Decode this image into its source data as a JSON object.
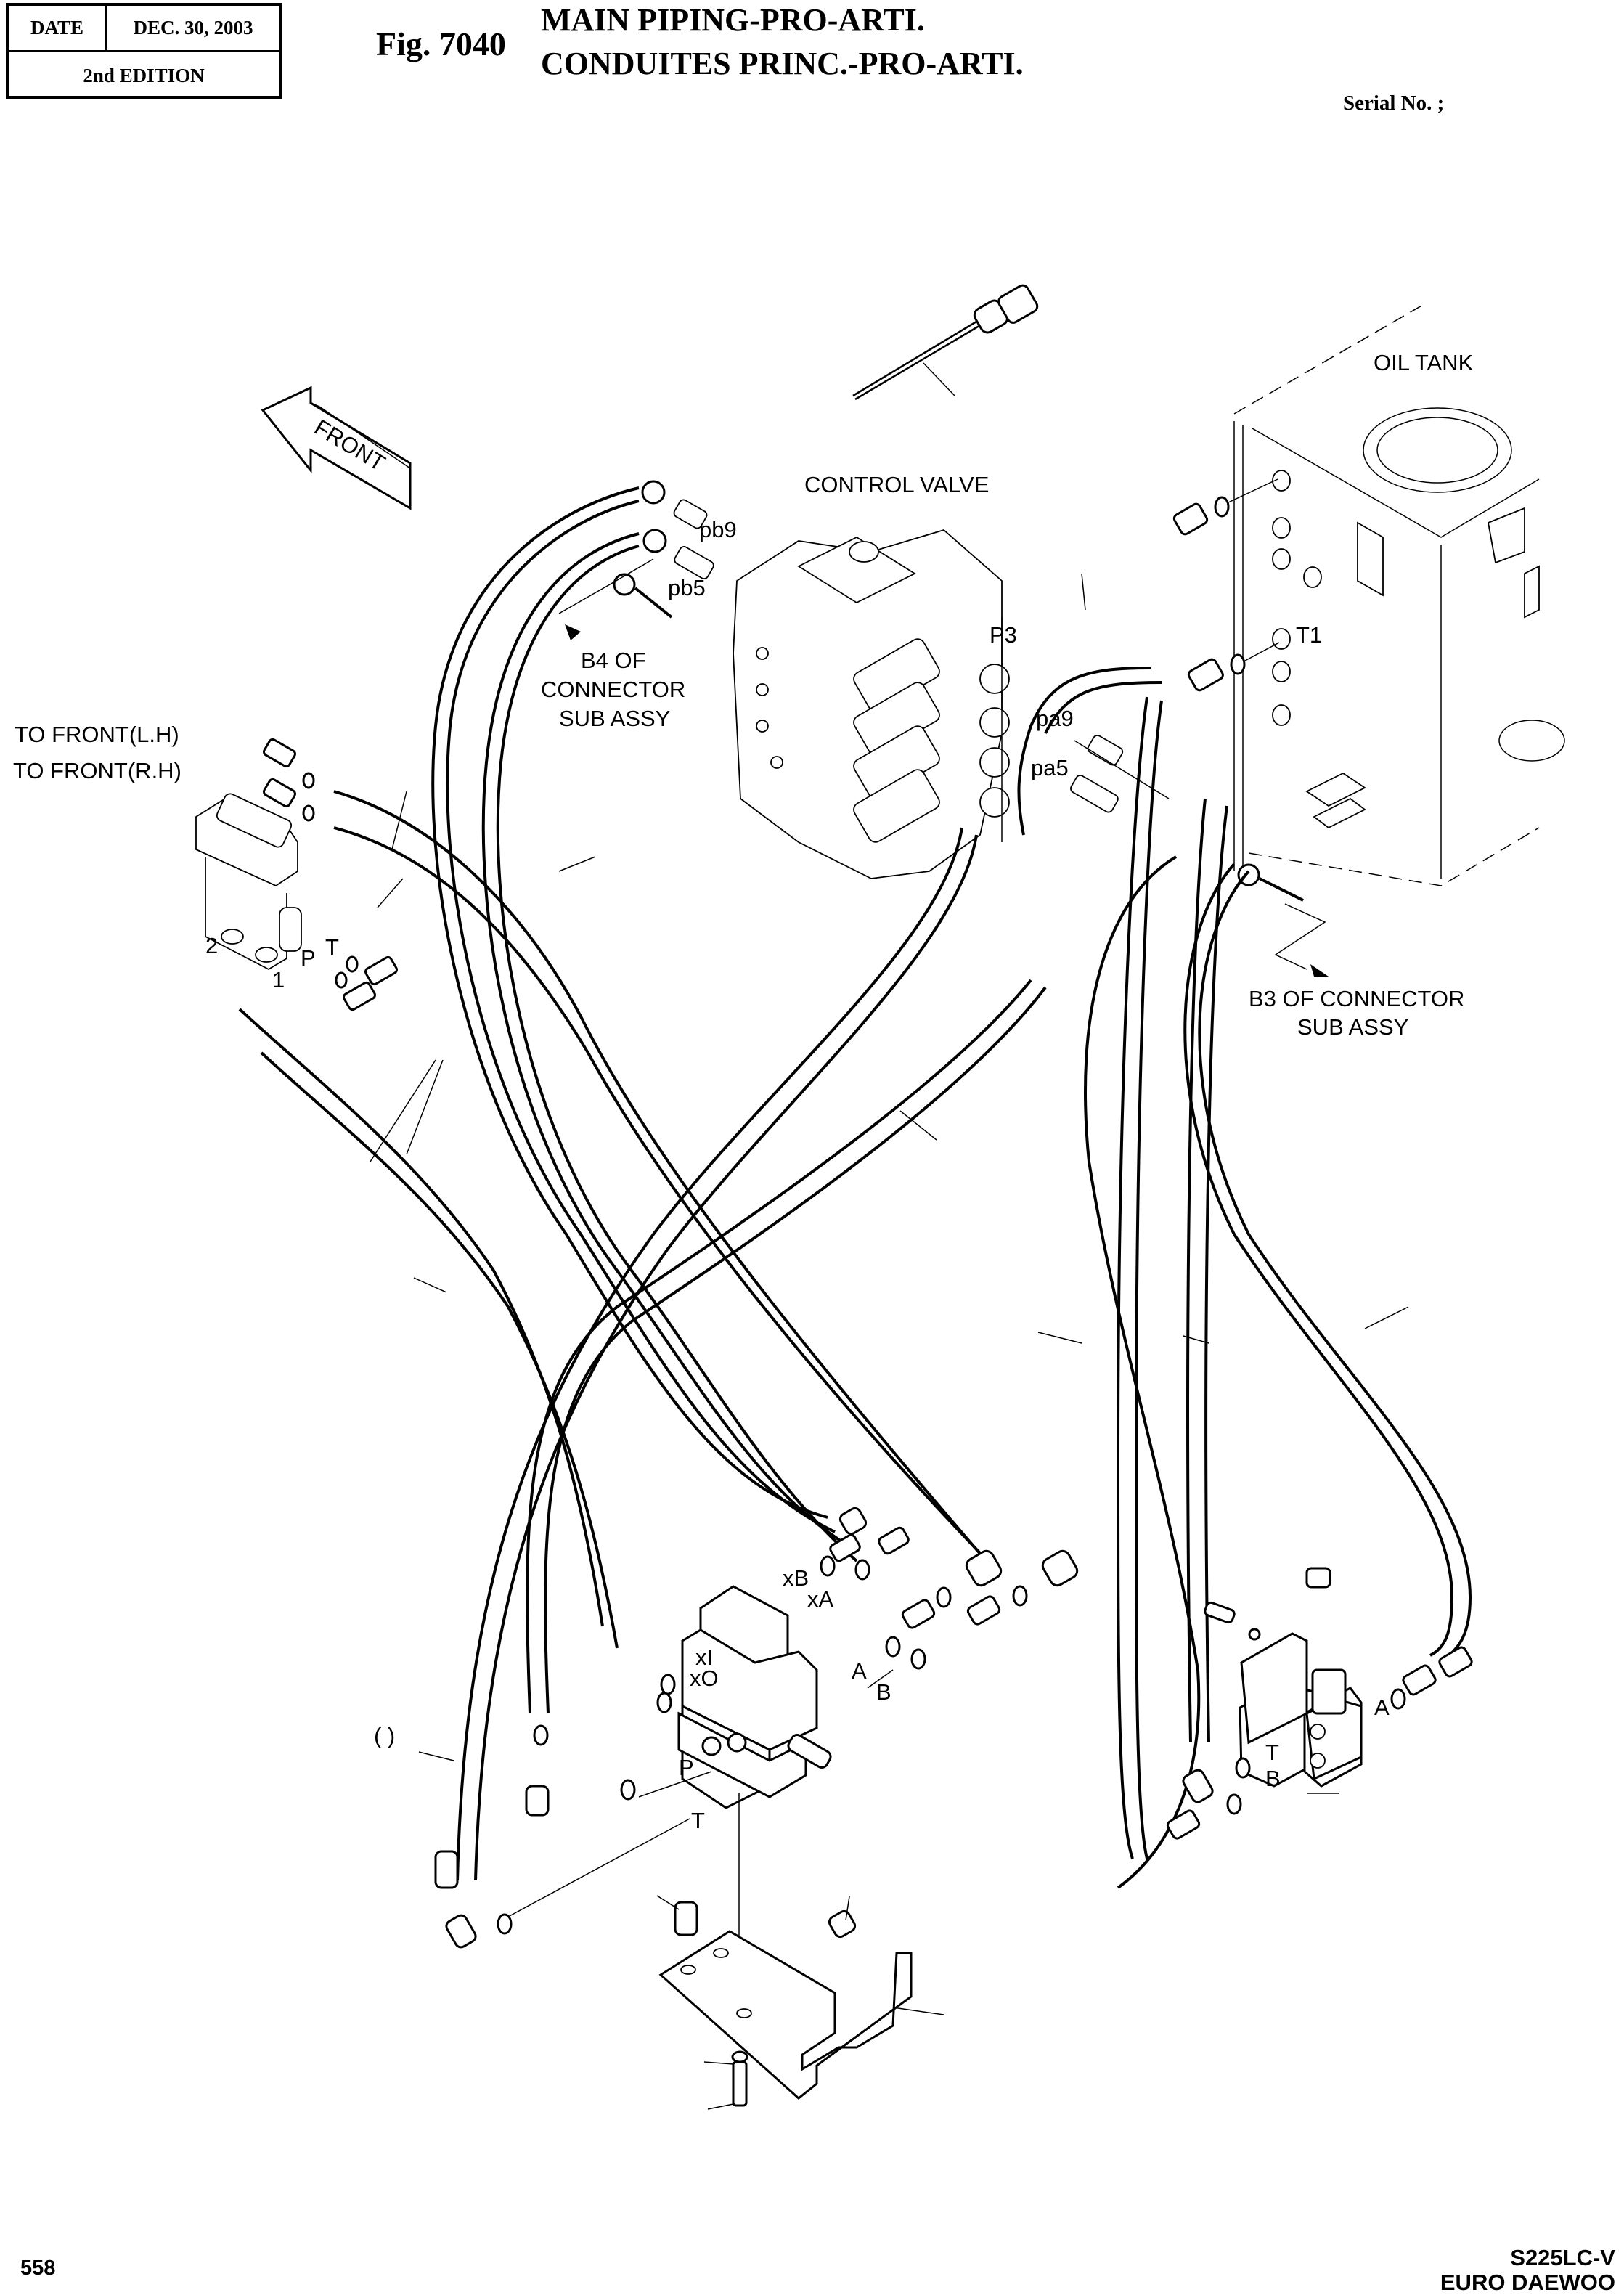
{
  "header": {
    "date_label": "DATE",
    "date_value": "DEC. 30, 2003",
    "edition": "2nd EDITION",
    "figure_number": "Fig. 7040",
    "title_en": "MAIN PIPING-PRO-ARTI.",
    "title_fr": "CONDUITES PRINC.-PRO-ARTI.",
    "serial_no": "Serial No. ;"
  },
  "footer": {
    "page_number": "558",
    "model": "S225LC-V",
    "brand": "EURO DAEWOO"
  },
  "diagram": {
    "front_arrow": "FRONT",
    "labels": {
      "control_valve": "CONTROL VALVE",
      "oil_tank": "OIL TANK",
      "pb9": "pb9",
      "pb5": "pb5",
      "p3": "P3",
      "t1": "T1",
      "pa9": "pa9",
      "pa5": "pa5",
      "b4_line1": "B4 OF",
      "b4_line2": "CONNECTOR",
      "b4_line3": "SUB ASSY",
      "b3_line1": "B3 OF CONNECTOR",
      "b3_line2": "SUB ASSY",
      "to_front_lh": "TO FRONT(L.H)",
      "to_front_rh": "TO FRONT(R.H)",
      "pedal_port_2": "2",
      "pedal_port_1": "1",
      "pedal_port_p": "P",
      "pedal_port_t": "T",
      "valve_xb": "xB",
      "valve_xa": "xA",
      "valve_xi": "xI",
      "valve_xo": "xO",
      "valve_a": "A",
      "valve_b": "B",
      "valve_p": "P",
      "valve_t": "T",
      "solenoid_a": "A",
      "solenoid_t": "T",
      "solenoid_b": "B",
      "blank_ref": "(    )"
    }
  }
}
